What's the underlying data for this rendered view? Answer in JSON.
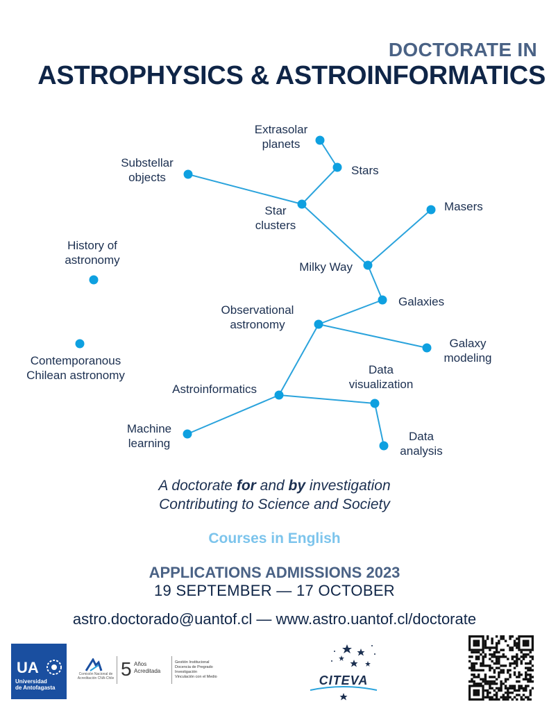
{
  "header": {
    "title_top": "DOCTORATE IN",
    "title_main": "ASTROPHYSICS & ASTROINFORMATICS"
  },
  "tree": {
    "colors": {
      "line": "#2aa3dc",
      "node": "#0ea0e0",
      "text": "#1b2f50"
    },
    "nodes": [
      {
        "id": "extrasolar",
        "line1": "Extrasolar",
        "line2": "planets"
      },
      {
        "id": "stars",
        "line1": "Stars",
        "line2": ""
      },
      {
        "id": "substellar",
        "line1": "Substellar",
        "line2": "objects"
      },
      {
        "id": "star-clusters",
        "line1": "Star",
        "line2": "clusters"
      },
      {
        "id": "masers",
        "line1": "Masers",
        "line2": ""
      },
      {
        "id": "milky-way",
        "line1": "Milky Way",
        "line2": ""
      },
      {
        "id": "galaxies",
        "line1": "Galaxies",
        "line2": ""
      },
      {
        "id": "history",
        "line1": "History of",
        "line2": "astronomy"
      },
      {
        "id": "observational",
        "line1": "Observational",
        "line2": "astronomy"
      },
      {
        "id": "contemporaneous",
        "line1": "Contemporanous",
        "line2": "Chilean astronomy"
      },
      {
        "id": "galaxy-modeling",
        "line1": "Galaxy",
        "line2": "modeling"
      },
      {
        "id": "data-visualization",
        "line1": "Data",
        "line2": "visualization"
      },
      {
        "id": "astroinformatics",
        "line1": "Astroinformatics",
        "line2": ""
      },
      {
        "id": "machine-learning",
        "line1": "Machine",
        "line2": "learning"
      },
      {
        "id": "data-analysis",
        "line1": "Data",
        "line2": "analysis"
      }
    ]
  },
  "tagline": {
    "l1_a": "A doctorate ",
    "l1_for": "for",
    "l1_b": " and ",
    "l1_by": "by",
    "l1_c": " investigation",
    "line2": "Contributing to Science and Society"
  },
  "courses": "Courses in English",
  "admissions": {
    "title": "APPLICATIONS ADMISSIONS 2023",
    "dates": "19 SEPTEMBER — 17 OCTOBER"
  },
  "contact": "astro.doctorado@uantof.cl — www.astro.uantof.cl/doctorate",
  "footer": {
    "ua_mark": "UA",
    "ua_name_1": "Universidad",
    "ua_name_2": "de Antofagasta",
    "cna_text": "Comisión Nacional de Acreditación CNA-Chile",
    "acc_num": "5",
    "acc_word_1": "Años",
    "acc_word_2": "Acreditada",
    "acc_items": [
      "Gestión Institucional",
      "Docencia de Pregrado",
      "Investigación",
      "Vinculación con el Medio"
    ],
    "citeva": "CITEVA",
    "colors": {
      "ua_blue": "#1a4fa0"
    }
  }
}
